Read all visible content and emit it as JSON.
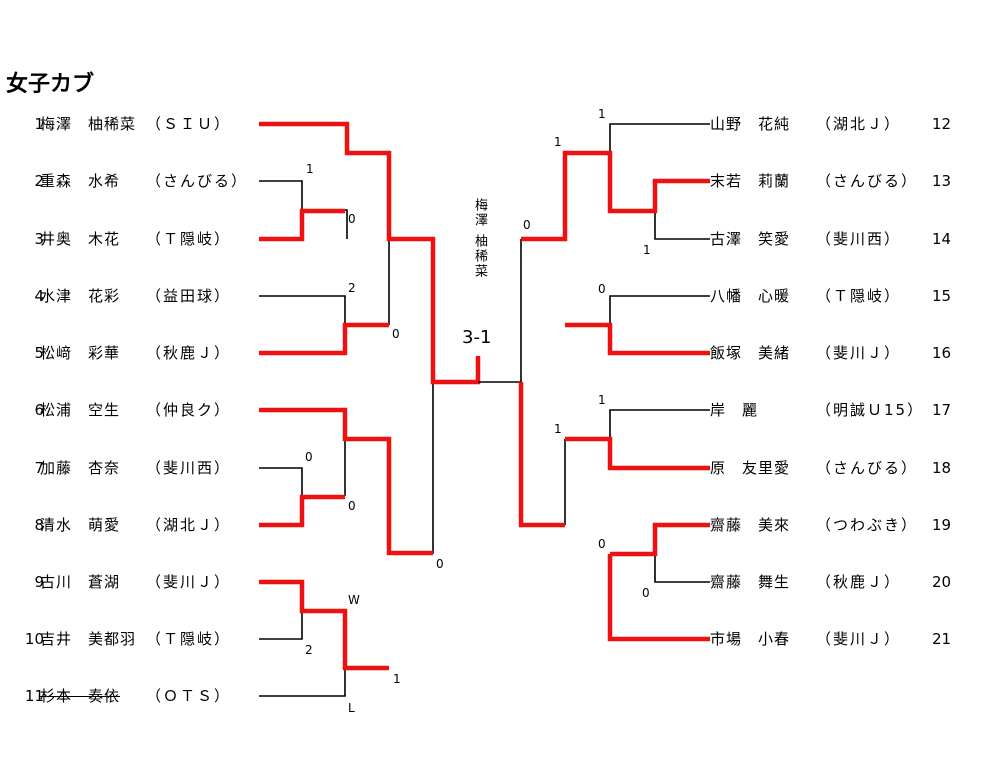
{
  "title": "女子カブ",
  "final": {
    "winner_name": "梅澤 柚稀菜",
    "score": "3-1"
  },
  "left_entries": [
    {
      "num": "1",
      "name": "梅澤　柚稀菜",
      "club": "（ＳＩＵ）",
      "withdrawn": false
    },
    {
      "num": "2",
      "name": "重森　水希",
      "club": "（さんびる）",
      "withdrawn": false
    },
    {
      "num": "3",
      "name": "井奥　木花",
      "club": "（Ｔ隠岐）",
      "withdrawn": false
    },
    {
      "num": "4",
      "name": "水津　花彩",
      "club": "（益田球）",
      "withdrawn": false
    },
    {
      "num": "5",
      "name": "松﨑　彩華",
      "club": "（秋鹿Ｊ）",
      "withdrawn": false
    },
    {
      "num": "6",
      "name": "松浦　空生",
      "club": "（仲良ク）",
      "withdrawn": false
    },
    {
      "num": "7",
      "name": "加藤　杏奈",
      "club": "（斐川西）",
      "withdrawn": false
    },
    {
      "num": "8",
      "name": "清水　萌愛",
      "club": "（湖北Ｊ）",
      "withdrawn": false
    },
    {
      "num": "9",
      "name": "古川　蒼湖",
      "club": "（斐川Ｊ）",
      "withdrawn": false
    },
    {
      "num": "10",
      "name": "吉井　美都羽",
      "club": "（Ｔ隠岐）",
      "withdrawn": false
    },
    {
      "num": "11",
      "name": "杉本　奏依",
      "club": "（ＯＴＳ）",
      "withdrawn": true
    }
  ],
  "right_entries": [
    {
      "num": "12",
      "name": "山野　花純",
      "club": "（湖北Ｊ）"
    },
    {
      "num": "13",
      "name": "末若　莉蘭",
      "club": "（さんびる）"
    },
    {
      "num": "14",
      "name": "古澤　笑愛",
      "club": "（斐川西）"
    },
    {
      "num": "15",
      "name": "八幡　心暖",
      "club": "（Ｔ隠岐）"
    },
    {
      "num": "16",
      "name": "飯塚　美緒",
      "club": "（斐川Ｊ）"
    },
    {
      "num": "17",
      "name": "岸　麗",
      "club": "（明誠Ｕ15）"
    },
    {
      "num": "18",
      "name": "原　友里愛",
      "club": "（さんびる）"
    },
    {
      "num": "19",
      "name": "齋藤　美來",
      "club": "（つわぶき）"
    },
    {
      "num": "20",
      "name": "齋藤　舞生",
      "club": "（秋鹿Ｊ）"
    },
    {
      "num": "21",
      "name": "市場　小春",
      "club": "（斐川Ｊ）"
    }
  ],
  "scores": {
    "l_m23_top": "1",
    "l_m23_bot": "0",
    "l_m45_top": "2",
    "l_m45_bot": "0",
    "l_m78_top": "0",
    "l_m78_bot": "0",
    "l_m910_top": "2",
    "l_m11_top": "W",
    "l_m11_bot": "L",
    "l_semi_low": "1",
    "l_final_low": "0",
    "r_m1314_bot": "1",
    "r_m1213_top": "1",
    "r_m1213_mid": "1",
    "r_m1516_top": "0",
    "r_top_final": "0",
    "r_m1718_top": "1",
    "r_m1718_mid": "1",
    "r_m1920_bot": "0",
    "r_m1921_top": "0"
  },
  "colors": {
    "win": "#ee1111",
    "line": "#000000"
  }
}
